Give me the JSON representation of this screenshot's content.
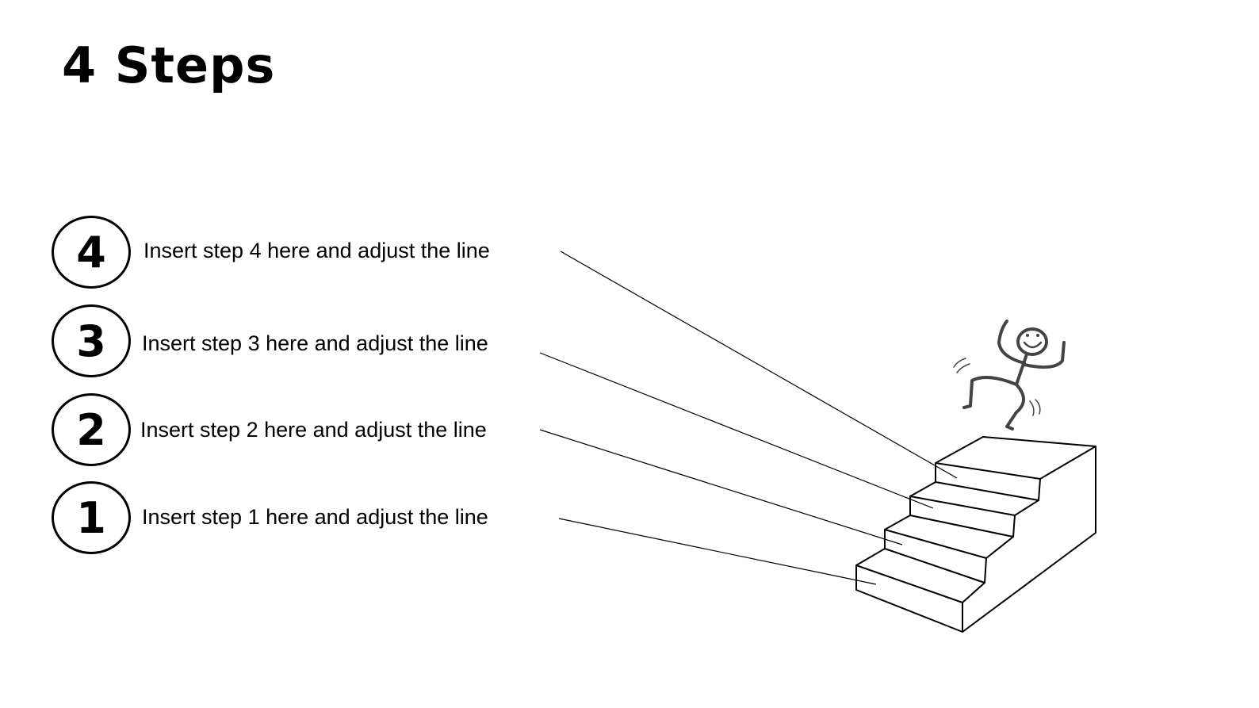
{
  "slide": {
    "title": "4 Steps"
  },
  "steps": [
    {
      "number": "4",
      "text": "Insert step 4 here and adjust the line"
    },
    {
      "number": "3",
      "text": "Insert step 3 here and adjust the line"
    },
    {
      "number": "2",
      "text": "Insert step 2 here and adjust the line"
    },
    {
      "number": "1",
      "text": "Insert step 1 here and adjust the line"
    }
  ],
  "illustration": {
    "subject": "stick-figure-on-staircase",
    "stroke_color": "#000000",
    "figure_color": "#444444"
  }
}
